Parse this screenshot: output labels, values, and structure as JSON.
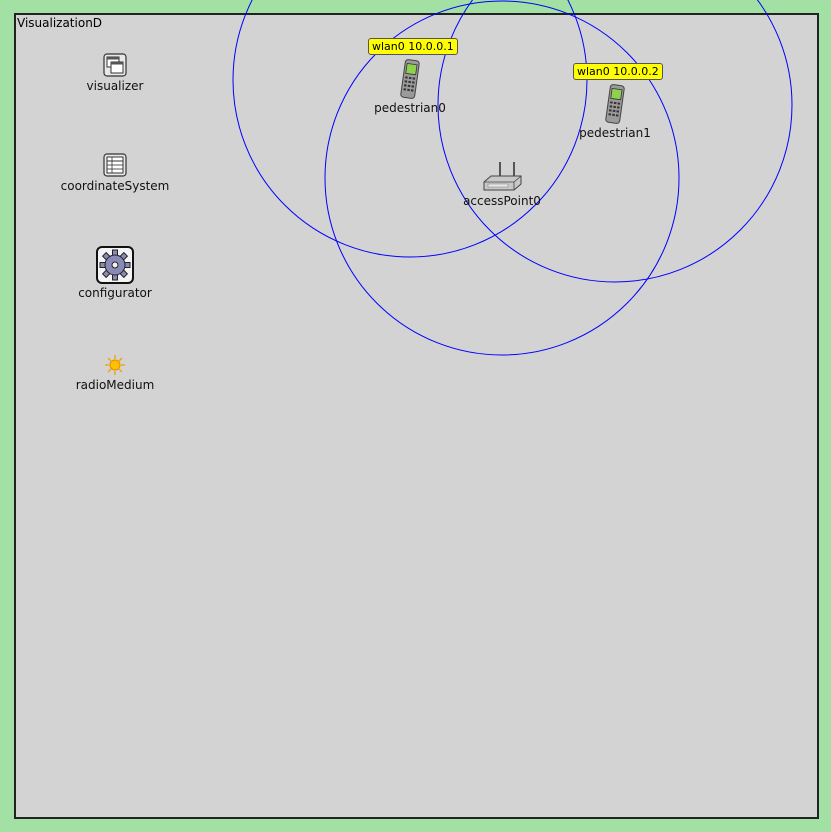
{
  "network": {
    "title": "VisualizationD"
  },
  "modules": {
    "visualizer": {
      "label": "visualizer",
      "icon": "visualizer-window-icon"
    },
    "coordinate_system": {
      "label": "coordinateSystem",
      "icon": "table-grid-icon"
    },
    "configurator": {
      "label": "configurator",
      "icon": "gear-icon"
    },
    "radio_medium": {
      "label": "radioMedium",
      "icon": "sun-radio-icon"
    }
  },
  "nodes": {
    "pedestrian0": {
      "label": "pedestrian0",
      "interface": "wlan0 10.0.0.1",
      "icon": "cellphone-icon"
    },
    "pedestrian1": {
      "label": "pedestrian1",
      "interface": "wlan0 10.0.0.2",
      "icon": "cellphone-icon"
    },
    "access_point0": {
      "label": "accessPoint0",
      "icon": "wireless-router-icon"
    }
  },
  "colors": {
    "background": "#a3e0a3",
    "canvas": "#d3d3d3",
    "range_circle": "#0000ff",
    "interface_label": "#ffff00"
  }
}
